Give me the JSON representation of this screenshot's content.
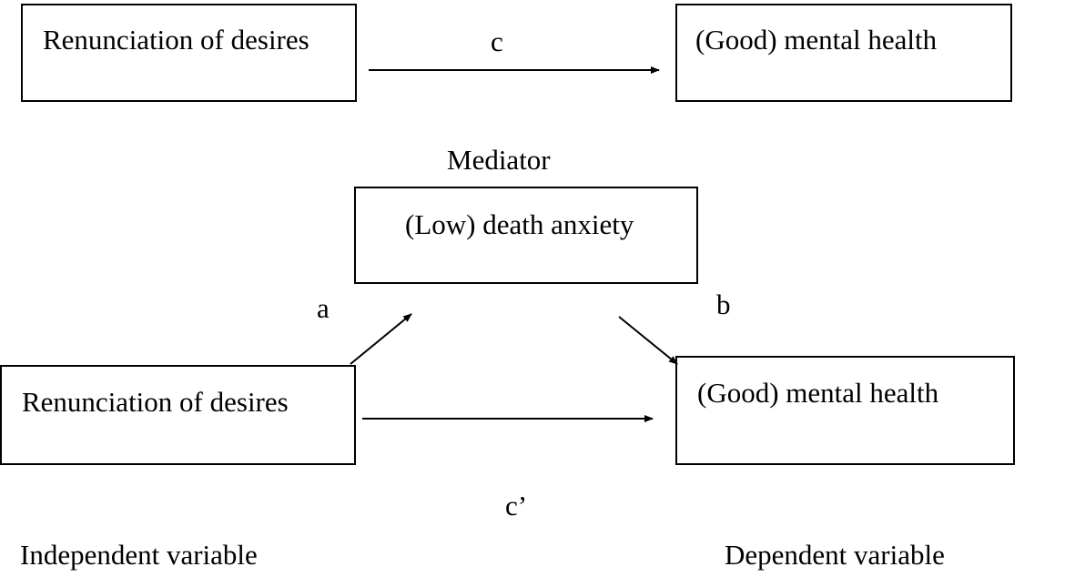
{
  "total_effect": {
    "independent_box": "Renunciation of desires",
    "dependent_box": "(Good) mental health",
    "path_label": "c"
  },
  "mediation_model": {
    "mediator_heading": "Mediator",
    "mediator_box": "(Low) death anxiety",
    "independent_box": "Renunciation of desires",
    "dependent_box": "(Good) mental health",
    "path_a_label": "a",
    "path_b_label": "b",
    "path_c_prime_label": "c’",
    "independent_caption": "Independent variable",
    "dependent_caption": "Dependent variable"
  },
  "colors": {
    "stroke": "#000000",
    "background": "#ffffff"
  }
}
